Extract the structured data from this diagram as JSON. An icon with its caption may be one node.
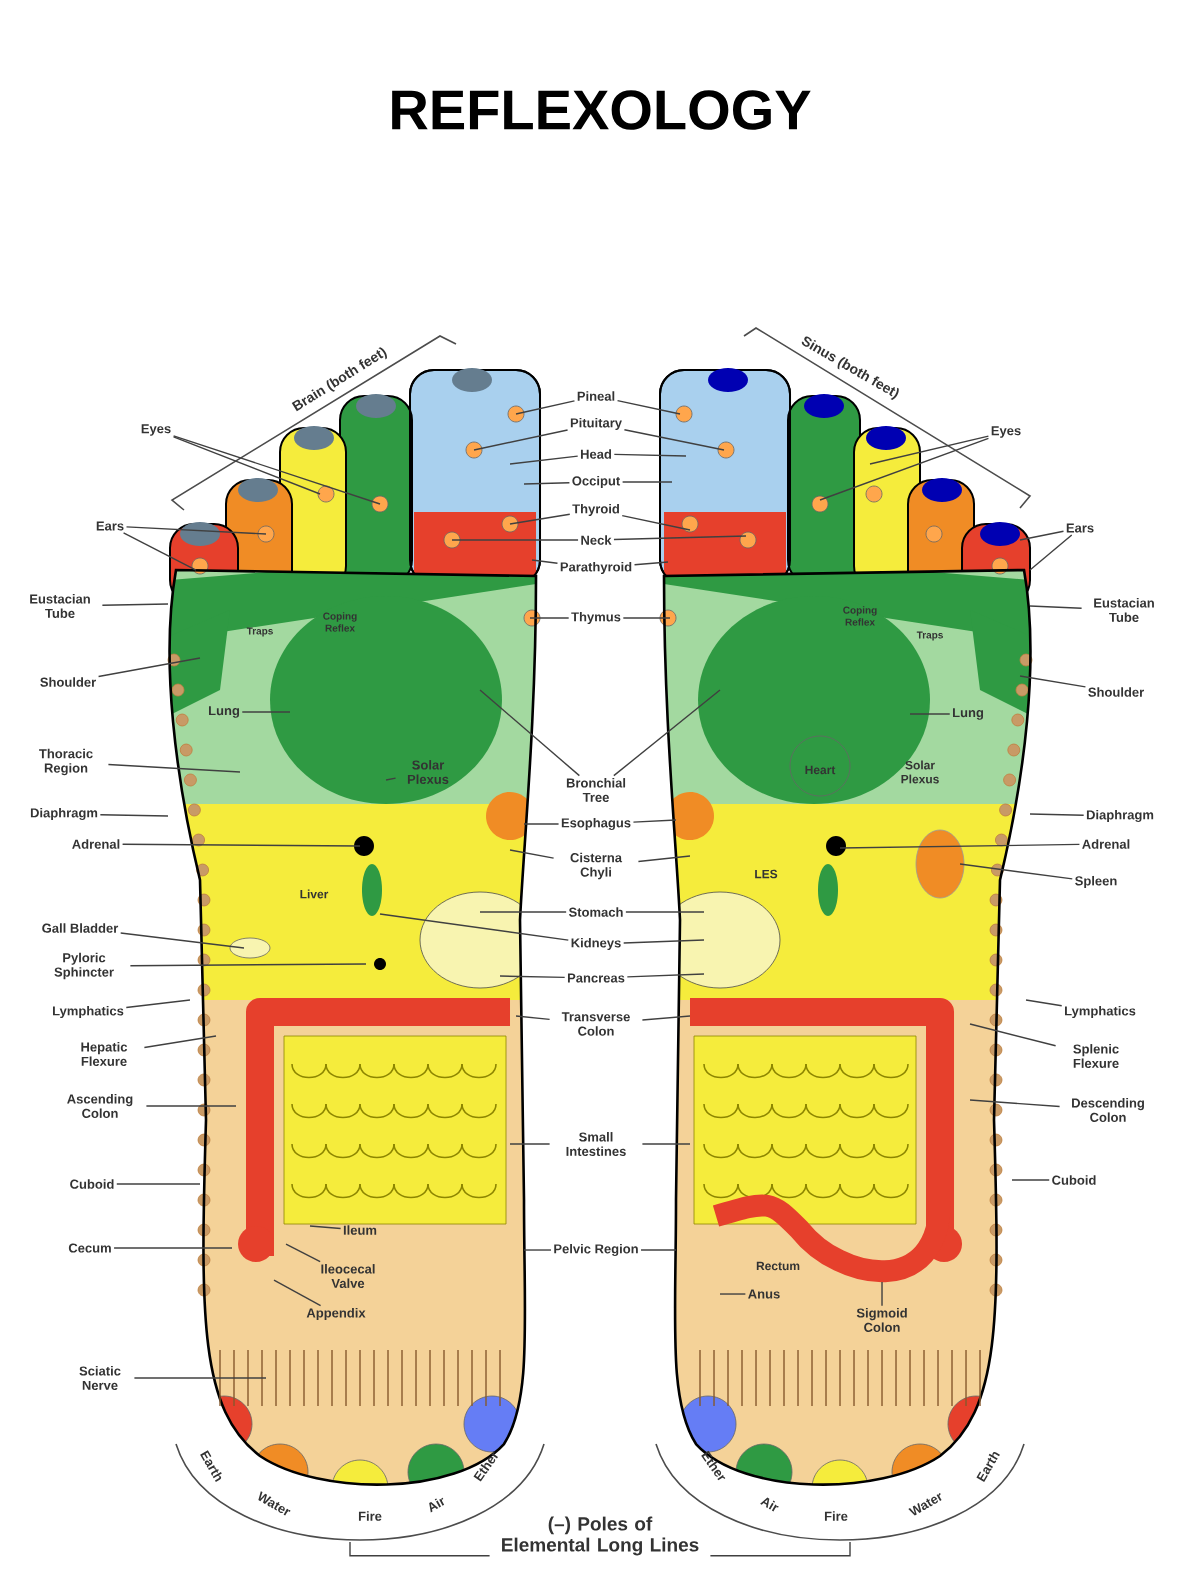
{
  "diagram": {
    "title": "REFLEXOLOGY",
    "nodes": [
      {
        "text": [
          "Eyes"
        ]
      },
      {
        "text": [
          "Ears"
        ]
      },
      {
        "text": [
          "Eustacian Tube"
        ]
      },
      {
        "text": [
          "Shoulder"
        ]
      },
      {
        "text": [
          "Thoracic Region"
        ]
      },
      {
        "text": [
          "Diaphragm"
        ]
      },
      {
        "text": [
          "Adrenal"
        ]
      },
      {
        "text": [
          "Gall Bladder"
        ]
      },
      {
        "text": [
          "Pyloric Sphincter"
        ]
      },
      {
        "text": [
          "Lymphatics"
        ]
      },
      {
        "text": [
          "Hepatic Flexure"
        ]
      },
      {
        "text": [
          "Ascending Colon"
        ]
      },
      {
        "text": [
          "Cuboid"
        ]
      },
      {
        "text": [
          "Cecum"
        ]
      },
      {
        "text": [
          "Sciatic Nerve"
        ]
      },
      {
        "text": [
          "Pineal"
        ]
      },
      {
        "text": [
          "Pituitary"
        ]
      },
      {
        "text": [
          "Head"
        ]
      },
      {
        "text": [
          "Occiput"
        ]
      },
      {
        "text": [
          "Thyroid"
        ]
      },
      {
        "text": [
          "Neck"
        ]
      },
      {
        "text": [
          "Parathyroid"
        ]
      },
      {
        "text": [
          "Thymus"
        ]
      },
      {
        "text": [
          "Bronchial Tree"
        ]
      },
      {
        "text": [
          "Esophagus"
        ]
      },
      {
        "text": [
          "Cisterna Chyli"
        ]
      },
      {
        "text": [
          "Stomach"
        ]
      },
      {
        "text": [
          "Kidneys"
        ]
      },
      {
        "text": [
          "Pancreas"
        ]
      },
      {
        "text": [
          "Transverse Colon"
        ]
      },
      {
        "text": [
          "Small Intestines"
        ]
      },
      {
        "text": [
          "Pelvic Region"
        ]
      },
      {
        "text": [
          "Lung"
        ]
      },
      {
        "text": [
          "Solar Plexus"
        ]
      },
      {
        "text": [
          "Ileum"
        ]
      },
      {
        "text": [
          "Ileocecal Valve"
        ]
      },
      {
        "text": [
          "Appendix"
        ]
      },
      {
        "text": [
          "Lung"
        ]
      },
      {
        "text": [
          "Anus"
        ]
      },
      {
        "text": [
          "Sigmoid Colon"
        ]
      },
      {
        "text": [
          "Eyes"
        ]
      },
      {
        "text": [
          "Ears"
        ]
      },
      {
        "text": [
          "Eustacian Tube"
        ]
      },
      {
        "text": [
          "Shoulder"
        ]
      },
      {
        "text": [
          "Diaphragm"
        ]
      },
      {
        "text": [
          "Adrenal"
        ]
      },
      {
        "text": [
          "Spleen"
        ]
      },
      {
        "text": [
          "Lymphatics"
        ]
      },
      {
        "text": [
          "Splenic Flexure"
        ]
      },
      {
        "text": [
          "Descending Colon"
        ]
      },
      {
        "text": [
          "Cuboid"
        ]
      },
      {
        "text": [
          "(–) Poles of Elemental Long Lines"
        ]
      }
    ],
    "edges": [
      {
        "from": 0,
        "to": null,
        "arrow": "none"
      },
      {
        "from": 0,
        "to": null,
        "arrow": "none"
      },
      {
        "from": 1,
        "to": null,
        "arrow": "none"
      },
      {
        "from": 1,
        "to": null,
        "arrow": "none"
      },
      {
        "from": 2,
        "to": null,
        "arrow": "none"
      },
      {
        "from": 3,
        "to": null,
        "arrow": "none"
      },
      {
        "from": 4,
        "to": null,
        "arrow": "none"
      },
      {
        "from": 5,
        "to": null,
        "arrow": "none"
      },
      {
        "from": 6,
        "to": null,
        "arrow": "none"
      },
      {
        "from": 7,
        "to": null,
        "arrow": "none"
      },
      {
        "from": 8,
        "to": null,
        "arrow": "none"
      },
      {
        "from": 9,
        "to": null,
        "arrow": "none"
      },
      {
        "from": 10,
        "to": null,
        "arrow": "none"
      },
      {
        "from": 11,
        "to": null,
        "arrow": "none"
      },
      {
        "from": 12,
        "to": null,
        "arrow": "none"
      },
      {
        "from": 13,
        "to": null,
        "arrow": "none"
      },
      {
        "from": 14,
        "to": null,
        "arrow": "none"
      },
      {
        "from": 15,
        "to": null,
        "arrow": "none"
      },
      {
        "from": 15,
        "to": null,
        "arrow": "none"
      },
      {
        "from": 16,
        "to": null,
        "arrow": "none"
      },
      {
        "from": 16,
        "to": null,
        "arrow": "none"
      },
      {
        "from": 17,
        "to": null,
        "arrow": "none"
      },
      {
        "from": 17,
        "to": null,
        "arrow": "none"
      },
      {
        "from": 18,
        "to": null,
        "arrow": "none"
      },
      {
        "from": 18,
        "to": null,
        "arrow": "none"
      },
      {
        "from": 19,
        "to": null,
        "arrow": "none"
      },
      {
        "from": 19,
        "to": null,
        "arrow": "none"
      },
      {
        "from": 20,
        "to": null,
        "arrow": "none"
      },
      {
        "from": 20,
        "to": null,
        "arrow": "none"
      },
      {
        "from": 21,
        "to": null,
        "arrow": "none"
      },
      {
        "from": 21,
        "to": null,
        "arrow": "none"
      },
      {
        "from": 22,
        "to": null,
        "arrow": "none"
      },
      {
        "from": 22,
        "to": null,
        "arrow": "none"
      },
      {
        "from": 23,
        "to": null,
        "arrow": "none"
      },
      {
        "from": 23,
        "to": null,
        "arrow": "none"
      },
      {
        "from": 24,
        "to": null,
        "arrow": "none"
      },
      {
        "from": 24,
        "to": null,
        "arrow": "none"
      },
      {
        "from": 25,
        "to": null,
        "arrow": "none"
      },
      {
        "from": 25,
        "to": null,
        "arrow": "none"
      },
      {
        "from": 26,
        "to": null,
        "arrow": "none"
      },
      {
        "from": 26,
        "to": null,
        "arrow": "none"
      },
      {
        "from": 27,
        "to": null,
        "arrow": "none"
      },
      {
        "from": 27,
        "to": null,
        "arrow": "none"
      },
      {
        "from": 28,
        "to": null,
        "arrow": "none"
      },
      {
        "from": 28,
        "to": null,
        "arrow": "none"
      },
      {
        "from": 29,
        "to": null,
        "arrow": "none"
      },
      {
        "from": 29,
        "to": null,
        "arrow": "none"
      },
      {
        "from": 30,
        "to": null,
        "arrow": "none"
      },
      {
        "from": 30,
        "to": null,
        "arrow": "none"
      },
      {
        "from": 31,
        "to": null,
        "arrow": "none"
      },
      {
        "from": 31,
        "to": null,
        "arrow": "none"
      },
      {
        "from": 32,
        "to": null,
        "arrow": "none"
      },
      {
        "from": 33,
        "to": null,
        "arrow": "none"
      },
      {
        "from": 34,
        "to": null,
        "arrow": "none"
      },
      {
        "from": 35,
        "to": null,
        "arrow": "none"
      },
      {
        "from": 36,
        "to": null,
        "arrow": "none"
      },
      {
        "from": 37,
        "to": null,
        "arrow": "none"
      },
      {
        "from": 38,
        "to": null,
        "arrow": "none"
      },
      {
        "from": 39,
        "to": null,
        "arrow": "none"
      },
      {
        "from": 40,
        "to": null,
        "arrow": "none"
      },
      {
        "from": 40,
        "to": null,
        "arrow": "none"
      },
      {
        "from": 41,
        "to": null,
        "arrow": "none"
      },
      {
        "from": 41,
        "to": null,
        "arrow": "none"
      },
      {
        "from": 42,
        "to": null,
        "arrow": "none"
      },
      {
        "from": 43,
        "to": null,
        "arrow": "none"
      },
      {
        "from": 44,
        "to": null,
        "arrow": "none"
      },
      {
        "from": 45,
        "to": null,
        "arrow": "none"
      },
      {
        "from": 46,
        "to": null,
        "arrow": "none"
      },
      {
        "from": 47,
        "to": null,
        "arrow": "none"
      },
      {
        "from": 48,
        "to": null,
        "arrow": "none"
      },
      {
        "from": 49,
        "to": null,
        "arrow": "none"
      },
      {
        "from": 50,
        "to": null,
        "arrow": "none"
      },
      {
        "from": 51,
        "to": null,
        "arrow": "none"
      },
      {
        "from": 51,
        "to": null,
        "arrow": "none"
      }
    ],
    "labels": [
      "Brain (both feet)",
      "Sinus (both feet)",
      "Traps",
      "Coping Reflex",
      "Coping Reflex",
      "Traps",
      "Heart",
      "Solar Plexus",
      "Liver",
      "LES",
      "Rectum",
      "Earth",
      "Water",
      "Fire",
      "Air",
      "Ether",
      "Ether",
      "Air",
      "Fire",
      "Water",
      "Earth"
    ]
  }
}
